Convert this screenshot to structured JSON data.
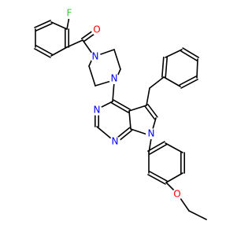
{
  "structure": {
    "atom_labels": [
      {
        "id": "o-carbonyl",
        "text": "O",
        "color": "#ff0000"
      },
      {
        "id": "f-fluorine",
        "text": "F",
        "color": "#33cc33"
      },
      {
        "id": "n-piperazine-top",
        "text": "N",
        "color": "#0000ff"
      },
      {
        "id": "n-piperazine-bottom",
        "text": "N",
        "color": "#0000ff"
      },
      {
        "id": "n-pyrimidine-left",
        "text": "N",
        "color": "#0000ff"
      },
      {
        "id": "n-pyrimidine-bottom",
        "text": "N",
        "color": "#0000ff"
      },
      {
        "id": "n-pyrrole",
        "text": "N",
        "color": "#0000ff"
      },
      {
        "id": "o-ether",
        "text": "O",
        "color": "#ff0000"
      }
    ]
  }
}
